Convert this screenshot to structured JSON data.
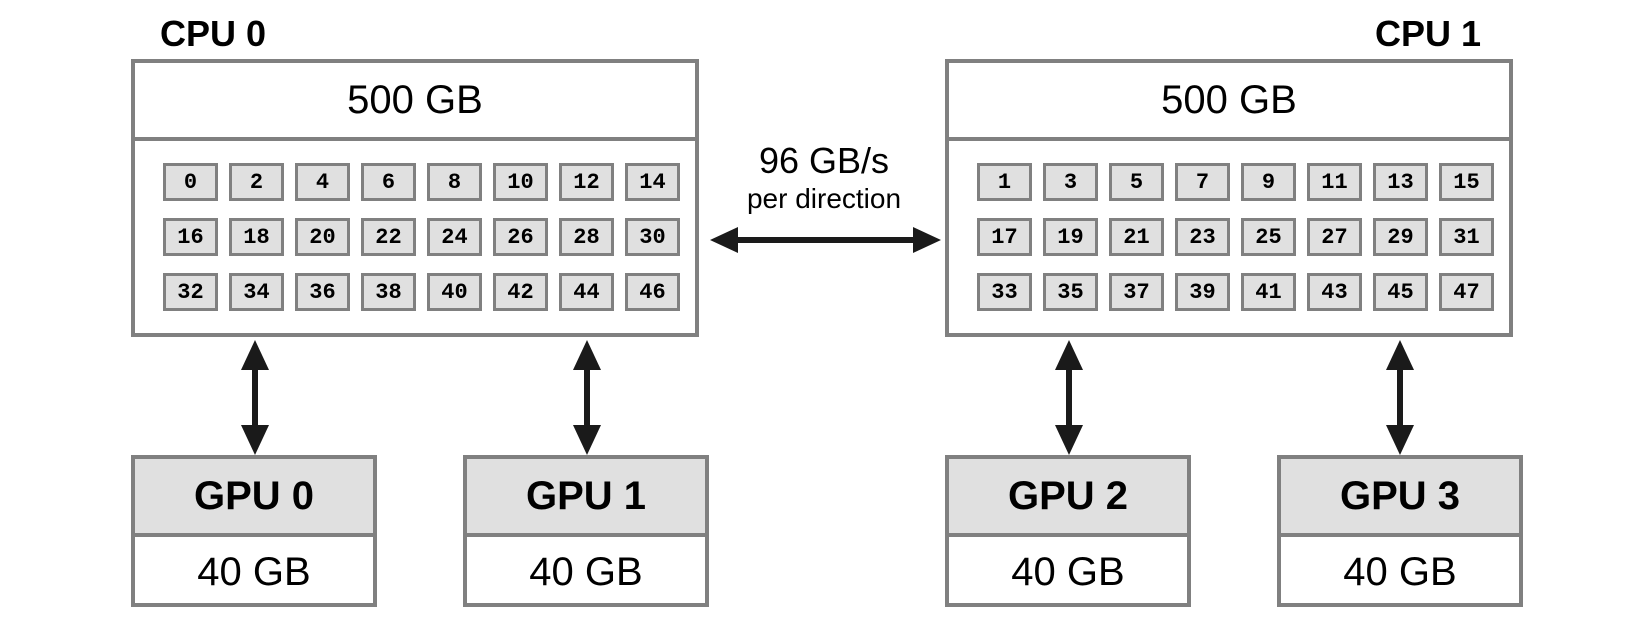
{
  "cpus": [
    {
      "title": "CPU 0",
      "memory": "500 GB",
      "cores": [
        "0",
        "2",
        "4",
        "6",
        "8",
        "10",
        "12",
        "14",
        "16",
        "18",
        "20",
        "22",
        "24",
        "26",
        "28",
        "30",
        "32",
        "34",
        "36",
        "38",
        "40",
        "42",
        "44",
        "46"
      ]
    },
    {
      "title": "CPU 1",
      "memory": "500 GB",
      "cores": [
        "1",
        "3",
        "5",
        "7",
        "9",
        "11",
        "13",
        "15",
        "17",
        "19",
        "21",
        "23",
        "25",
        "27",
        "29",
        "31",
        "33",
        "35",
        "37",
        "39",
        "41",
        "43",
        "45",
        "47"
      ]
    }
  ],
  "interconnect": {
    "bandwidth": "96 GB/s",
    "direction": "per direction"
  },
  "gpus": [
    {
      "name": "GPU 0",
      "memory": "40 GB"
    },
    {
      "name": "GPU 1",
      "memory": "40 GB"
    },
    {
      "name": "GPU 2",
      "memory": "40 GB"
    },
    {
      "name": "GPU 3",
      "memory": "40 GB"
    }
  ]
}
